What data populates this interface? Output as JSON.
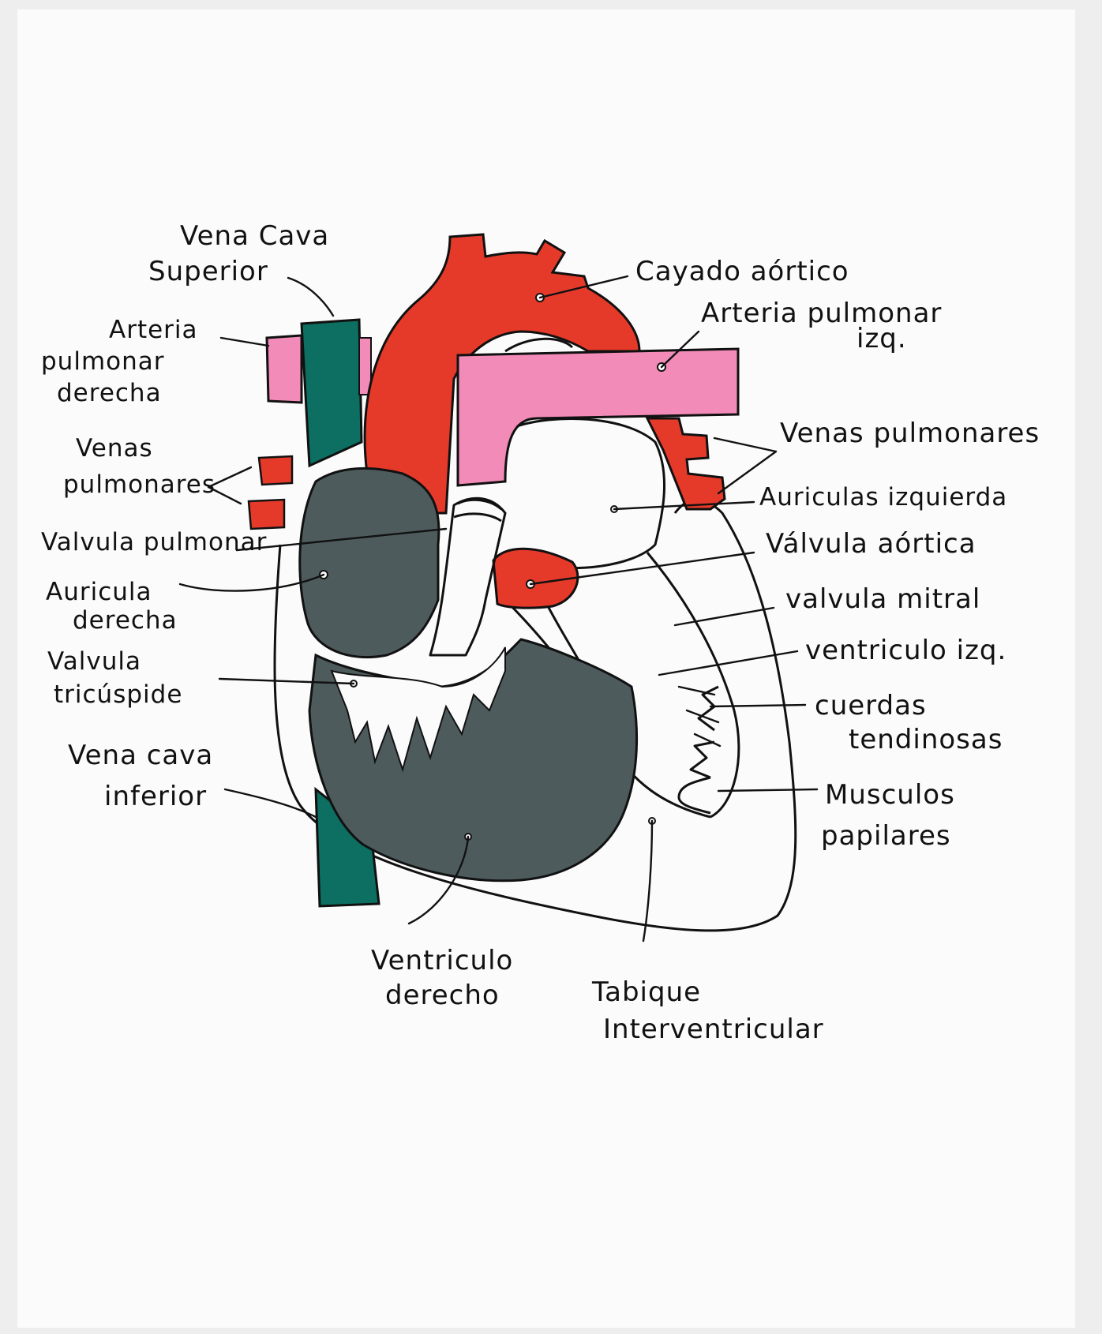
{
  "colors": {
    "paper": "#fbfbfb",
    "aorta": "#e53a2a",
    "pulmonary_artery": "#f28bb8",
    "vena_cava": "#0c6f61",
    "right_heart": "#4e5b5d",
    "outline": "#111111"
  },
  "labels": {
    "vena_cava_superior": [
      "Vena Cava",
      "Superior"
    ],
    "arteria_pulmonar_derecha": [
      "Arteria",
      "pulmonar",
      "derecha"
    ],
    "venas_pulmonares_left": [
      "Venas",
      "pulmonares"
    ],
    "valvula_pulmonar": "Valvula pulmonar",
    "auricula_derecha": [
      "Auricula",
      "derecha"
    ],
    "valvula_tricuspide": [
      "Valvula",
      "tricúspide"
    ],
    "vena_cava_inferior": [
      "Vena cava",
      "inferior"
    ],
    "ventriculo_derecho": [
      "Ventriculo",
      "derecho"
    ],
    "tabique_interventricular": [
      "Tabique",
      "Interventricular"
    ],
    "cayado_aortico": "Cayado aórtico",
    "arteria_pulmonar_izq": [
      "Arteria pulmonar",
      "izq."
    ],
    "venas_pulmonares_right": "Venas pulmonares",
    "auriculas_izquierda": "Auriculas izquierda",
    "valvula_aortica": "Válvula aórtica",
    "valvula_mitral": "valvula mitral",
    "ventriculo_izq": "ventriculo izq.",
    "cuerdas_tendinosas": [
      "cuerdas",
      "tendinosas"
    ],
    "musculos_papilares": [
      "Musculos",
      "papilares"
    ]
  }
}
